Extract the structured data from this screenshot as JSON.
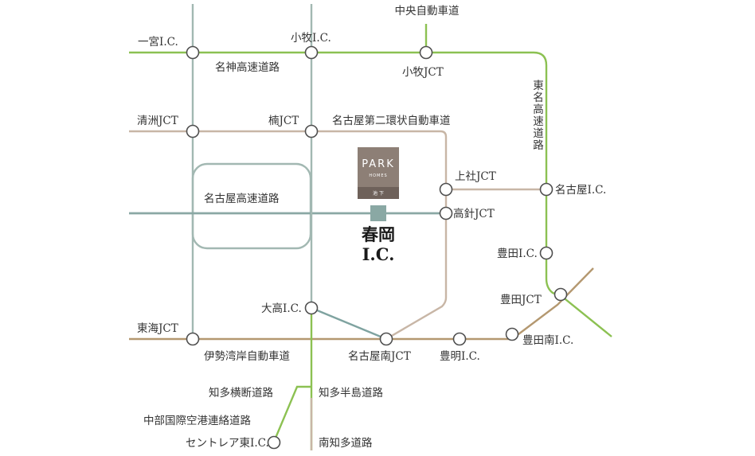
{
  "colors": {
    "meishin": "#8cc152",
    "tomei": "#8cc152",
    "chita": "#8cc152",
    "tokai_route": "#a2b8b2",
    "loop2": "#c8b6a6",
    "isewan": "#b49870",
    "nagoya_expressway": "#8aa8a4",
    "station_square": "#8aa8a4",
    "logo_bg": "#8d7f76",
    "logo_band": "#6e615a"
  },
  "labels": {
    "chuo": "中央自動車道",
    "ichinomiya_ic": "一宮I.C.",
    "komaki_ic": "小牧I.C.",
    "meishin": "名神高速道路",
    "komaki_jct": "小牧JCT",
    "kiyosu_jct": "清洲JCT",
    "kusu_jct": "楠JCT",
    "loop2": "名古屋第二環状自動車道",
    "nagoya_expressway": "名古屋高速道路",
    "kamiyashiro_jct": "上社JCT",
    "nagoya_ic": "名古屋I.C.",
    "takabari_jct": "高針JCT",
    "toyota_ic": "豊田I.C.",
    "toyota_jct": "豊田JCT",
    "odaka_ic": "大高I.C.",
    "tokai_jct": "東海JCT",
    "isewan": "伊勢湾岸自動車道",
    "nagoya_minami_jct": "名古屋南JCT",
    "toyoake_ic": "豊明I.C.",
    "toyota_minami_ic": "豊田南I.C.",
    "chita_odan": "知多横断道路",
    "chita_hanto": "知多半島道路",
    "chubu_airport": "中部国際空港連絡道路",
    "centrair_east_ic": "セントレア東I.C.",
    "minami_chita": "南知多道路"
  },
  "tomei_label": [
    "東",
    "名",
    "高",
    "速",
    "道",
    "路"
  ],
  "station": {
    "name_line1": "春岡",
    "name_line2": "I.C."
  },
  "logo": {
    "brand": "PARK",
    "sub": "HOMES",
    "place": "池 下"
  }
}
